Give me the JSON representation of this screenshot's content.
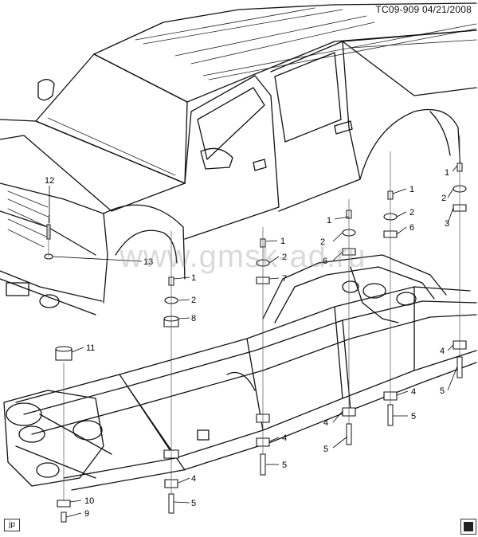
{
  "header": {
    "diagram_id": "TC09-909",
    "date": "04/21/2008"
  },
  "watermark": "www.gmsk-ad.ru",
  "corner_tag": "jp",
  "callouts": [
    {
      "n": "1"
    },
    {
      "n": "1"
    },
    {
      "n": "1"
    },
    {
      "n": "1"
    },
    {
      "n": "1"
    },
    {
      "n": "2"
    },
    {
      "n": "2"
    },
    {
      "n": "2"
    },
    {
      "n": "2"
    },
    {
      "n": "2"
    },
    {
      "n": "3"
    },
    {
      "n": "4"
    },
    {
      "n": "4"
    },
    {
      "n": "4"
    },
    {
      "n": "4"
    },
    {
      "n": "4"
    },
    {
      "n": "5"
    },
    {
      "n": "5"
    },
    {
      "n": "5"
    },
    {
      "n": "5"
    },
    {
      "n": "5"
    },
    {
      "n": "6"
    },
    {
      "n": "6"
    },
    {
      "n": "7"
    },
    {
      "n": "8"
    },
    {
      "n": "9"
    },
    {
      "n": "10"
    },
    {
      "n": "11"
    },
    {
      "n": "12"
    },
    {
      "n": "13"
    }
  ]
}
